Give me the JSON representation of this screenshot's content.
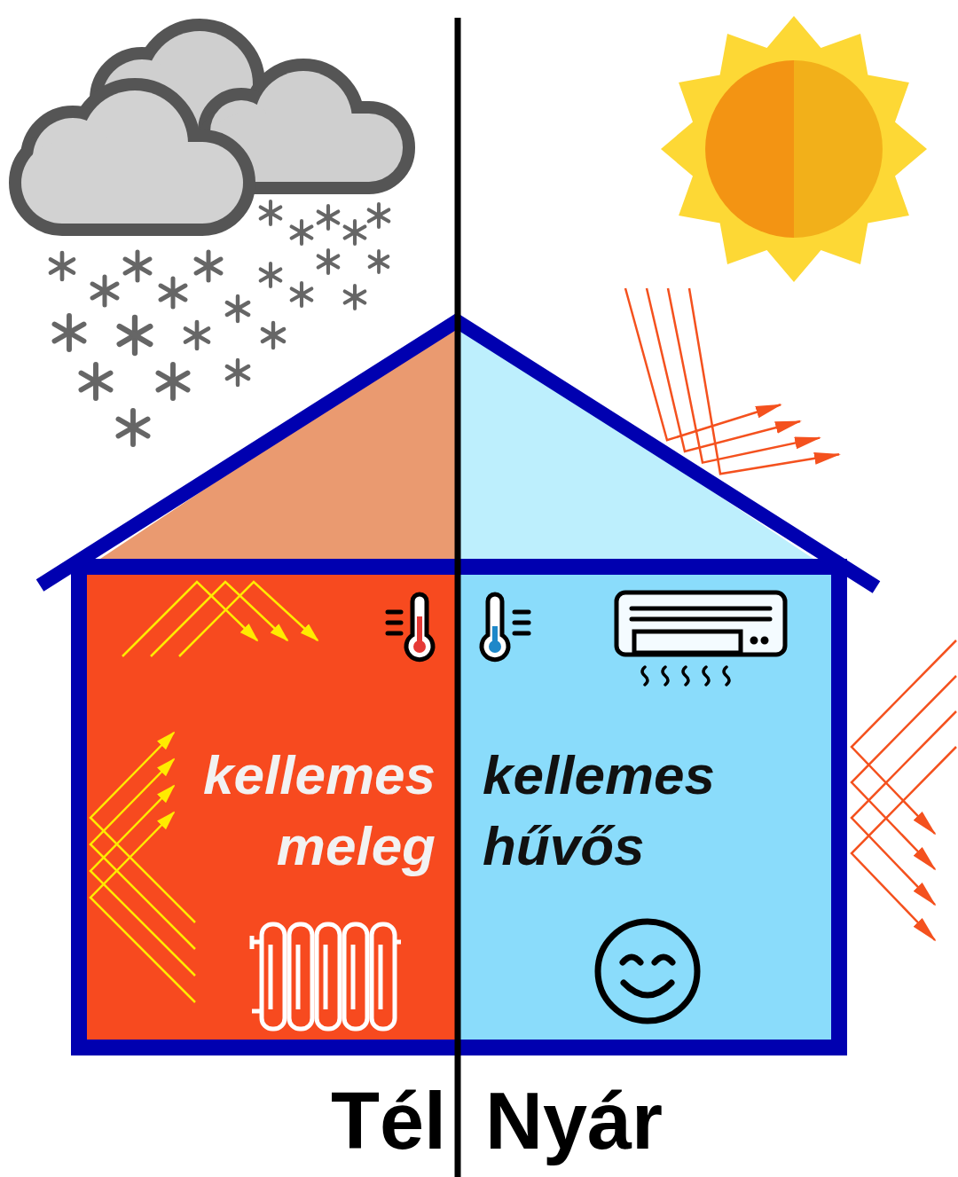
{
  "diagram": {
    "nodes": [
      {
        "text": [
          "kellemes meleg"
        ]
      },
      {
        "text": [
          "kellemes hűvős"
        ]
      }
    ],
    "labels": [
      "Tél",
      "Nyár"
    ]
  }
}
